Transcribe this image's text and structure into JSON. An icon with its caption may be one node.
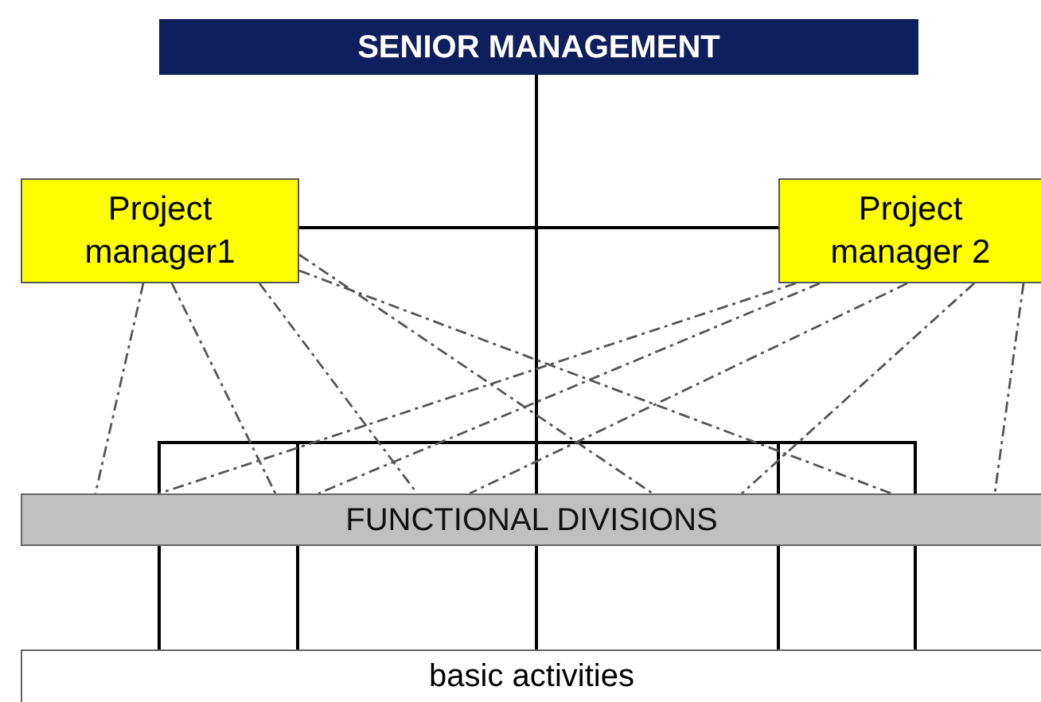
{
  "diagram": {
    "nodes": [
      {
        "text": [
          "SENIOR MANAGEMENT"
        ]
      },
      {
        "text": [
          "Project manager1"
        ]
      },
      {
        "text": [
          "Project manager 2"
        ]
      },
      {
        "text": [
          "FUNCTIONAL DIVISIONS"
        ]
      },
      {
        "text": [
          "basic activities"
        ]
      }
    ],
    "edges": [
      {
        "from": 0,
        "to": 1,
        "arrow": "none"
      },
      {
        "from": 0,
        "to": 2,
        "arrow": "none"
      },
      {
        "from": 0,
        "to": 3,
        "arrow": "none"
      },
      {
        "from": 0,
        "to": 3,
        "arrow": "none"
      },
      {
        "from": 0,
        "to": 3,
        "arrow": "none"
      },
      {
        "from": 0,
        "to": 3,
        "arrow": "none"
      },
      {
        "from": 0,
        "to": 3,
        "arrow": "none"
      },
      {
        "from": 1,
        "to": 3,
        "arrow": "none",
        "style": "dashed",
        "color": "#555555"
      },
      {
        "from": 1,
        "to": 3,
        "arrow": "none",
        "style": "dashed",
        "color": "#555555"
      },
      {
        "from": 1,
        "to": 3,
        "arrow": "none",
        "style": "dashed",
        "color": "#555555"
      },
      {
        "from": 1,
        "to": 3,
        "arrow": "none",
        "style": "dashed",
        "color": "#555555"
      },
      {
        "from": 1,
        "to": 3,
        "arrow": "none",
        "style": "dashed",
        "color": "#555555"
      },
      {
        "from": 2,
        "to": 3,
        "arrow": "none",
        "style": "dashed",
        "color": "#555555"
      },
      {
        "from": 2,
        "to": 3,
        "arrow": "none",
        "style": "dashed",
        "color": "#555555"
      },
      {
        "from": 2,
        "to": 3,
        "arrow": "none",
        "style": "dashed",
        "color": "#555555"
      },
      {
        "from": 2,
        "to": 3,
        "arrow": "none",
        "style": "dashed",
        "color": "#555555"
      },
      {
        "from": 2,
        "to": 3,
        "arrow": "none",
        "style": "dashed",
        "color": "#555555"
      },
      {
        "from": 3,
        "to": 4,
        "arrow": "none"
      },
      {
        "from": 3,
        "to": 4,
        "arrow": "none"
      },
      {
        "from": 3,
        "to": 4,
        "arrow": "none"
      },
      {
        "from": 3,
        "to": 4,
        "arrow": "none"
      },
      {
        "from": 3,
        "to": 4,
        "arrow": "none"
      }
    ]
  }
}
